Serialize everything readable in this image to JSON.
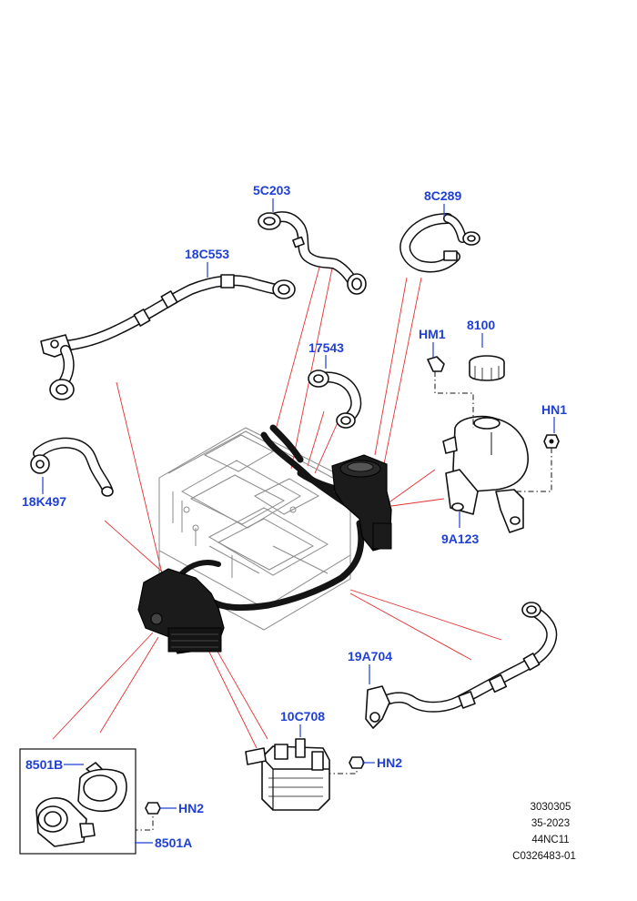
{
  "callouts": {
    "c_5C203": "5C203",
    "c_8C289": "8C289",
    "c_18C553": "18C553",
    "c_HM1": "HM1",
    "c_8100": "8100",
    "c_17543": "17543",
    "c_HN1": "HN1",
    "c_18K497": "18K497",
    "c_9A123": "9A123",
    "c_19A704": "19A704",
    "c_10C708": "10C708",
    "c_HN2_right": "HN2",
    "c_8501B": "8501B",
    "c_HN2_left": "HN2",
    "c_8501A": "8501A"
  },
  "reference": {
    "line1": "3030305",
    "line2": "35-2023",
    "line3": "44NC11",
    "line4": "C0326483-01"
  },
  "colors": {
    "callout_text": "#1f3fd6",
    "leader_lines": "#e53030",
    "outline": "#111111"
  }
}
